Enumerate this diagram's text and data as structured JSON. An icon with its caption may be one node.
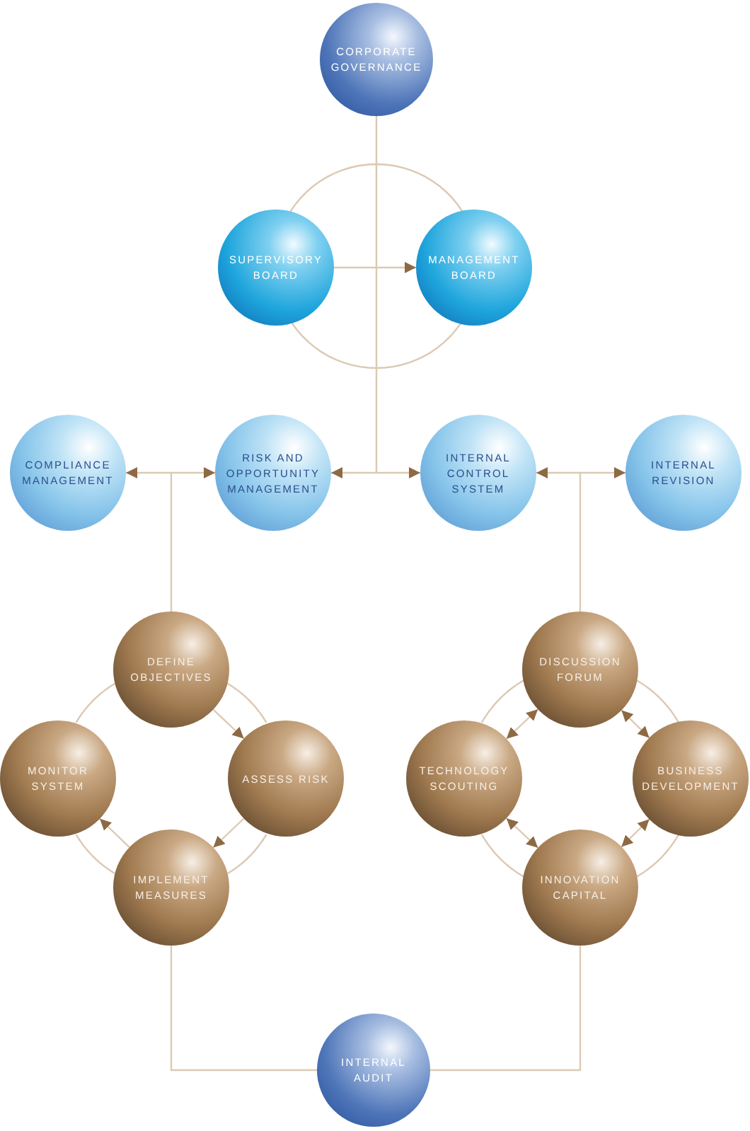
{
  "diagram": {
    "nodes": [
      {
        "text": [
          "CORPORATE GOVERNANCE"
        ]
      },
      {
        "text": [
          "SUPERVISORY BOARD"
        ]
      },
      {
        "text": [
          "MANAGEMENT BOARD"
        ]
      },
      {
        "text": [
          "COMPLIANCE MANAGEMENT"
        ]
      },
      {
        "text": [
          "RISK AND OPPORTUNITY MANAGEMENT"
        ]
      },
      {
        "text": [
          "INTERNAL CONTROL SYSTEM"
        ]
      },
      {
        "text": [
          "INTERNAL REVISION"
        ]
      },
      {
        "text": [
          "DEFINE OBJECTIVES"
        ]
      },
      {
        "text": [
          "MONITOR SYSTEM"
        ]
      },
      {
        "text": [
          "ASSESS RISK"
        ]
      },
      {
        "text": [
          "IMPLEMENT MEASURES"
        ]
      },
      {
        "text": [
          "DISCUSSION FORUM"
        ]
      },
      {
        "text": [
          "TECHNOLOGY SCOUTING"
        ]
      },
      {
        "text": [
          "BUSINESS DEVELOPMENT"
        ]
      },
      {
        "text": [
          "INNOVATION CAPITAL"
        ]
      },
      {
        "text": [
          "INTERNAL AUDIT"
        ]
      }
    ],
    "edges": [
      {
        "from": 0,
        "to": null,
        "arrow": "none"
      },
      {
        "from": 1,
        "to": 2,
        "arrow": "to"
      },
      {
        "from": 1,
        "to": 2,
        "arrow": "none"
      },
      {
        "from": 1,
        "to": 2,
        "arrow": "none"
      },
      {
        "from": 3,
        "to": 4,
        "arrow": "both"
      },
      {
        "from": 4,
        "to": 5,
        "arrow": "both"
      },
      {
        "from": 5,
        "to": 6,
        "arrow": "both"
      },
      {
        "from": null,
        "to": 7,
        "arrow": "none"
      },
      {
        "from": null,
        "to": 11,
        "arrow": "none"
      },
      {
        "from": 7,
        "to": 8,
        "arrow": "none"
      },
      {
        "from": 7,
        "to": 9,
        "arrow": "none"
      },
      {
        "from": 9,
        "to": 10,
        "arrow": "none"
      },
      {
        "from": 8,
        "to": 10,
        "arrow": "none"
      },
      {
        "from": 7,
        "to": 9,
        "arrow": "to"
      },
      {
        "from": 9,
        "to": 10,
        "arrow": "to"
      },
      {
        "from": 10,
        "to": 8,
        "arrow": "to"
      },
      {
        "from": 11,
        "to": 12,
        "arrow": "none"
      },
      {
        "from": 11,
        "to": 13,
        "arrow": "none"
      },
      {
        "from": 12,
        "to": 14,
        "arrow": "none"
      },
      {
        "from": 13,
        "to": 14,
        "arrow": "none"
      },
      {
        "from": 12,
        "to": 11,
        "arrow": "both"
      },
      {
        "from": 11,
        "to": 13,
        "arrow": "both"
      },
      {
        "from": 12,
        "to": 14,
        "arrow": "both"
      },
      {
        "from": 13,
        "to": 14,
        "arrow": "both"
      },
      {
        "from": 10,
        "to": 15,
        "arrow": "none"
      },
      {
        "from": 14,
        "to": 15,
        "arrow": "none"
      }
    ]
  }
}
